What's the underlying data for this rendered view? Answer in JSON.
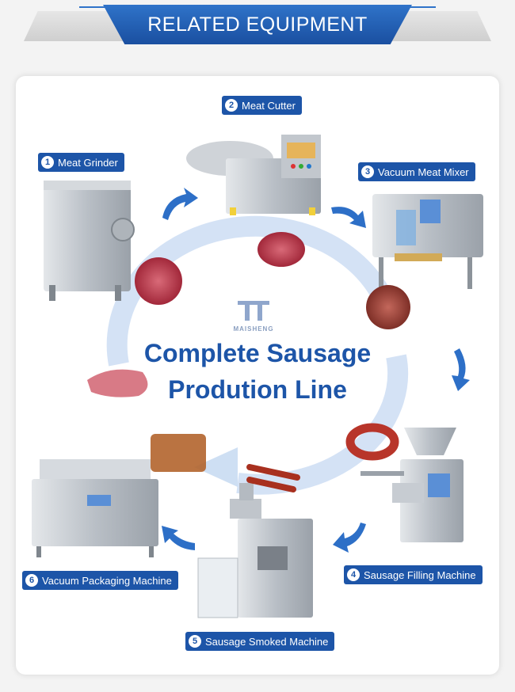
{
  "header": {
    "title": "RELATED EQUIPMENT"
  },
  "headline": {
    "line1": "Complete Sausage",
    "line2": "Prodution Line"
  },
  "brand": {
    "watermark": "MAISHENG"
  },
  "steps": [
    {
      "number": "1",
      "label": "Meat Grinder"
    },
    {
      "number": "2",
      "label": "Meat Cutter"
    },
    {
      "number": "3",
      "label": "Vacuum Meat Mixer"
    },
    {
      "number": "4",
      "label": "Sausage Filling Machine"
    },
    {
      "number": "5",
      "label": "Sausage Smoked Machine"
    },
    {
      "number": "6",
      "label": "Vacuum Packaging Machine"
    }
  ],
  "colors": {
    "brand_blue": "#1d55a8",
    "flow_blue": "#bcd3ef",
    "steel": "#c7ccd2"
  }
}
